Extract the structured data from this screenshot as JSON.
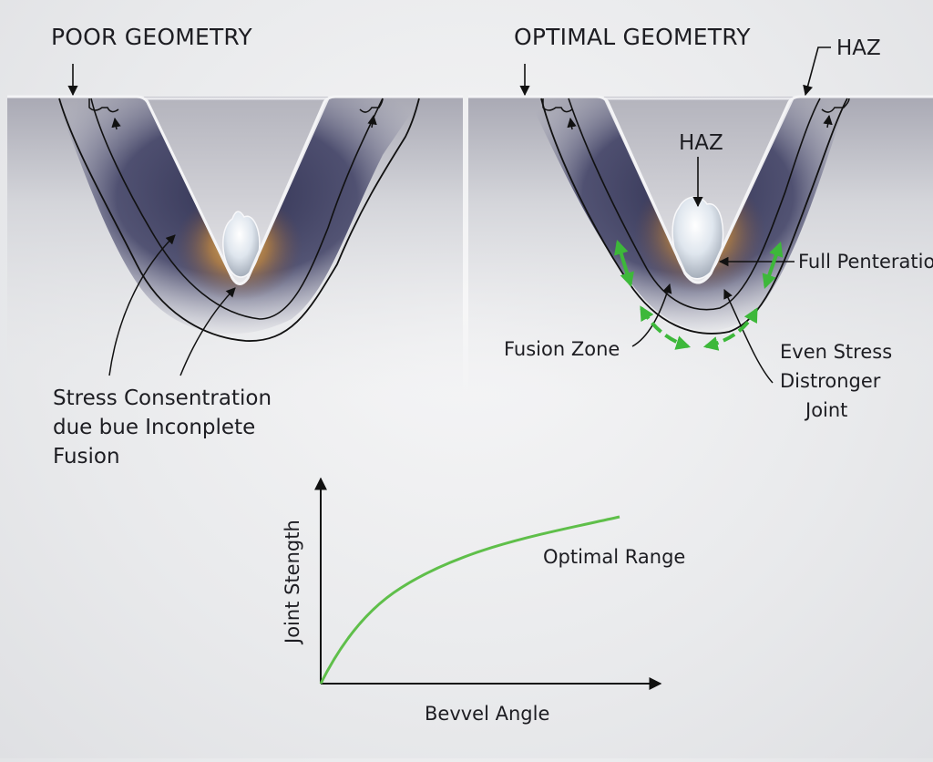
{
  "panels": {
    "poor": {
      "title": "POOR GEOMETRY",
      "note_lines": [
        "Stress Consentration",
        "due bue Inconplete",
        "Fusion"
      ]
    },
    "optimal": {
      "title": "OPTIMAL GEOMETRY",
      "haz_top": "HAZ",
      "haz_inner": "HAZ",
      "full_penetration": "Full Penteration",
      "fusion_zone": "Fusion Zone",
      "even_stress_lines": [
        "Even Stress",
        "Distronger",
        "Joint"
      ]
    }
  },
  "chart_data": {
    "type": "line",
    "title": "",
    "xlabel": "Bevvel Angle",
    "ylabel": "Joint Stength",
    "annotation": "Optimal Range",
    "series": [
      {
        "color": "#5fbf4a"
      }
    ]
  },
  "colors": {
    "weld_dark": "#2e2f52",
    "heat_glow": "#e2a03a",
    "bead": "#dfe6ee",
    "accent_green": "#3db83a",
    "curve_green": "#5fbf4a"
  }
}
